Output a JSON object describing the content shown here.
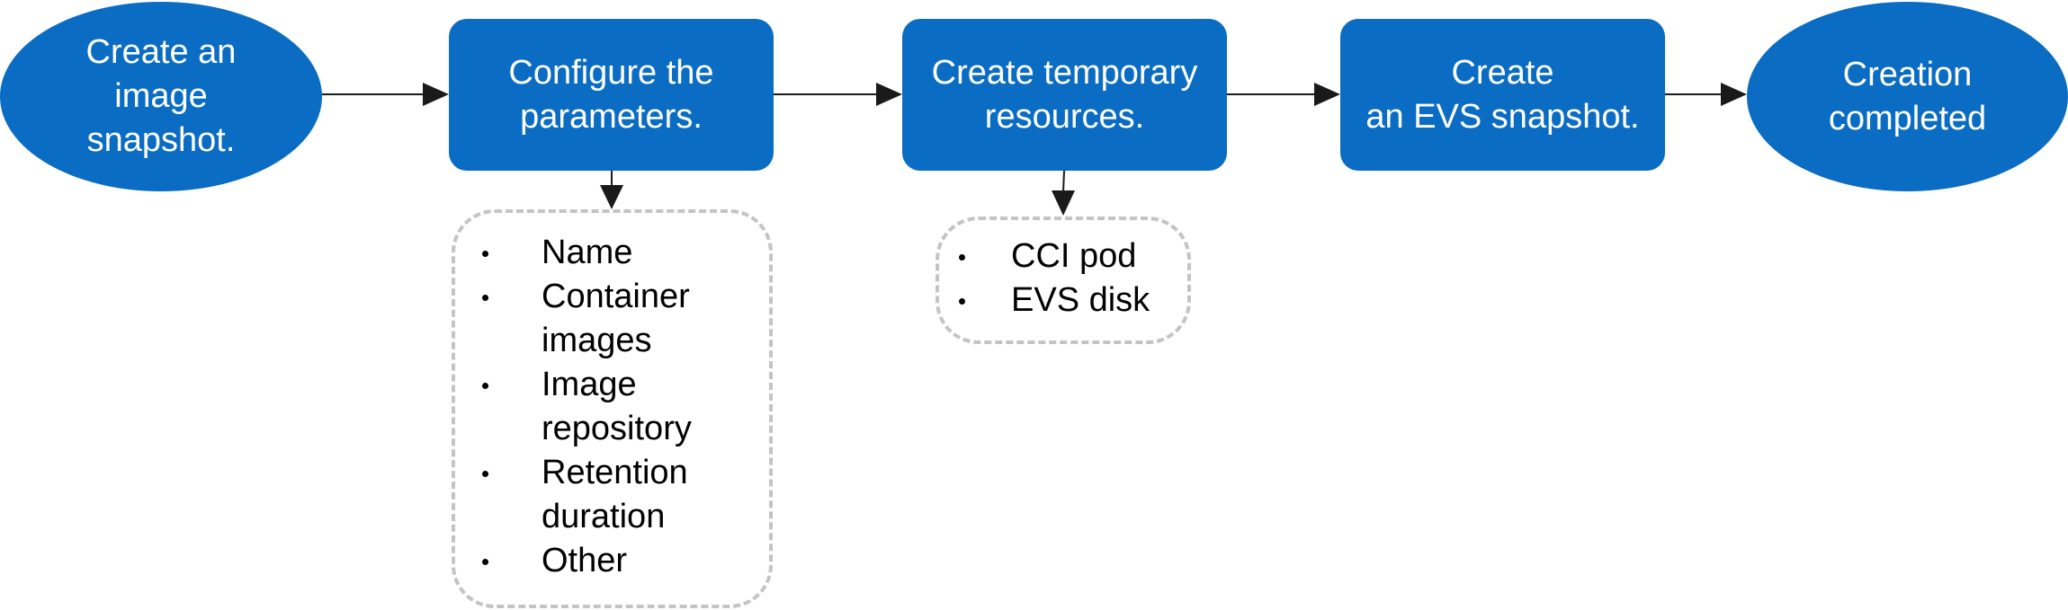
{
  "flow": {
    "steps": [
      {
        "label": [
          "Create an",
          "image",
          "snapshot."
        ]
      },
      {
        "label": [
          "Configure the",
          "parameters."
        ]
      },
      {
        "label": [
          "Create temporary",
          "resources."
        ]
      },
      {
        "label": [
          "Create",
          "an EVS snapshot."
        ]
      },
      {
        "label": [
          "Creation",
          "completed"
        ]
      }
    ],
    "parameters_list": [
      [
        "Name"
      ],
      [
        "Container",
        "images"
      ],
      [
        "Image",
        "repository"
      ],
      [
        "Retention",
        "duration"
      ],
      [
        "Other"
      ]
    ],
    "resources_list": [
      [
        "CCI pod"
      ],
      [
        "EVS disk"
      ]
    ]
  },
  "colors": {
    "node_fill": "#0a6cc2",
    "node_text": "#ffffff",
    "arrow": "#1a1a1a",
    "note_border": "#c4c4c4"
  }
}
